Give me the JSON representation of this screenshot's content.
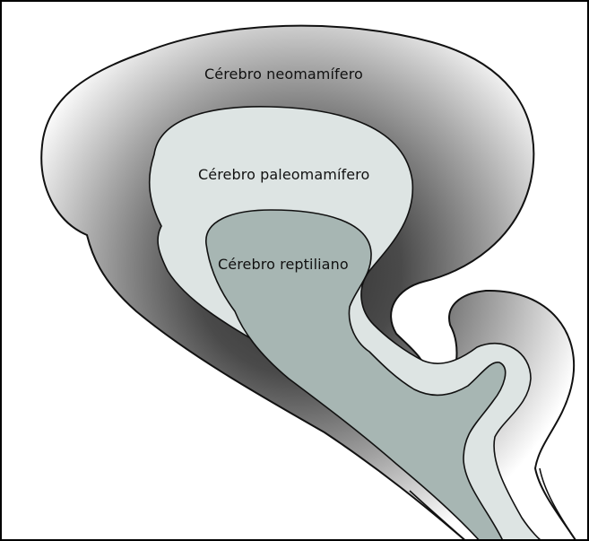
{
  "diagram": {
    "labels": {
      "neomammalian": "Cérebro neomamífero",
      "paleomammalian": "Cérebro paleomamífero",
      "reptilian": "Cérebro reptiliano"
    },
    "colors": {
      "background": "#ffffff",
      "outline": "#111111",
      "neomammalian_outer": "#ffffff",
      "neomammalian_inner": "#3a3a3a",
      "paleomammalian": "#dde4e3",
      "reptilian": "#a7b6b3"
    }
  }
}
